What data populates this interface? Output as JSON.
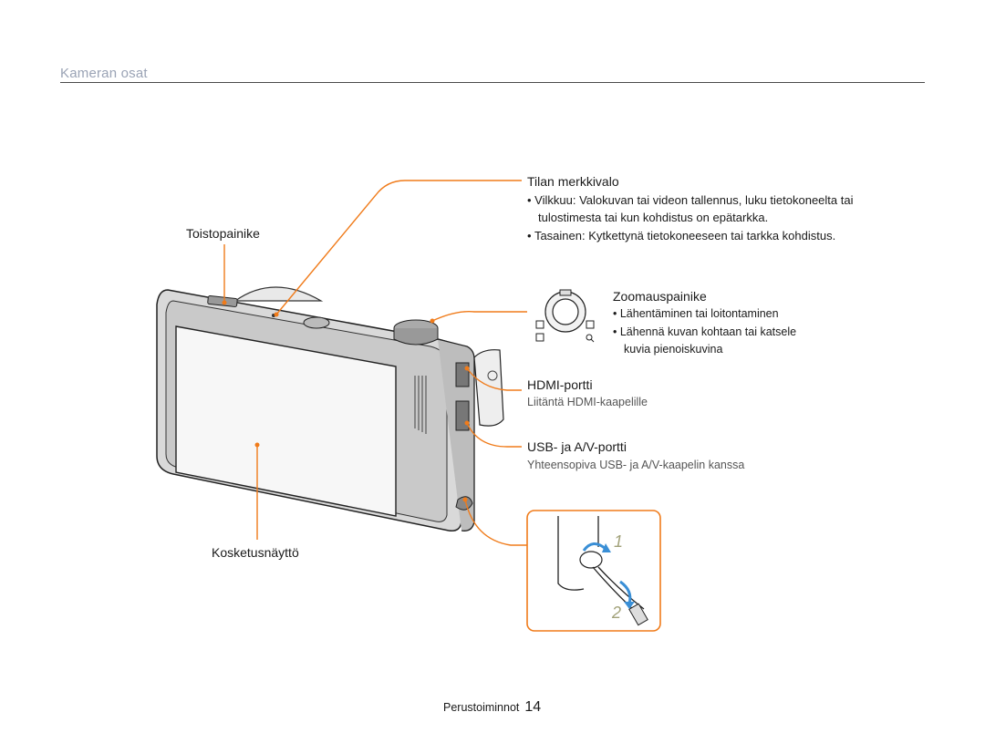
{
  "section_title": "Kameran osat",
  "callouts": {
    "status_lamp": {
      "label": "Tilan merkkivalo",
      "bullets": [
        {
          "term": "Vilkkuu",
          "text": ": Valokuvan tai videon tallennus, luku tietokoneelta tai"
        },
        {
          "term": "",
          "text": "tulostimesta tai kun kohdistus on epätarkka."
        },
        {
          "term": "Tasainen",
          "text": ": Kytkettynä tietokoneeseen tai tarkka kohdistus."
        }
      ]
    },
    "playback_button": {
      "label": "Toistopainike"
    },
    "zoom_button": {
      "label": "Zoomauspainike",
      "bullets": [
        "Lähentäminen tai loitontaminen",
        "Lähennä kuvan kohtaan tai katsele",
        "kuvia pienoiskuvina"
      ]
    },
    "hdmi_port": {
      "label": "HDMI-portti",
      "description": "Liitäntä HDMI-kaapelille"
    },
    "usb_port": {
      "label": "USB- ja A/V-portti",
      "description": "Yhteensopiva USB- ja A/V-kaapelin kanssa"
    },
    "touch_screen": {
      "label": "Kosketusnäyttö"
    }
  },
  "strap_steps": [
    "1",
    "2"
  ],
  "footer": {
    "section": "Perustoiminnot",
    "page": "14"
  },
  "colors": {
    "callout": "#f07b1a",
    "title": "#9aa3b5",
    "arrow": "#3a8fd6"
  }
}
